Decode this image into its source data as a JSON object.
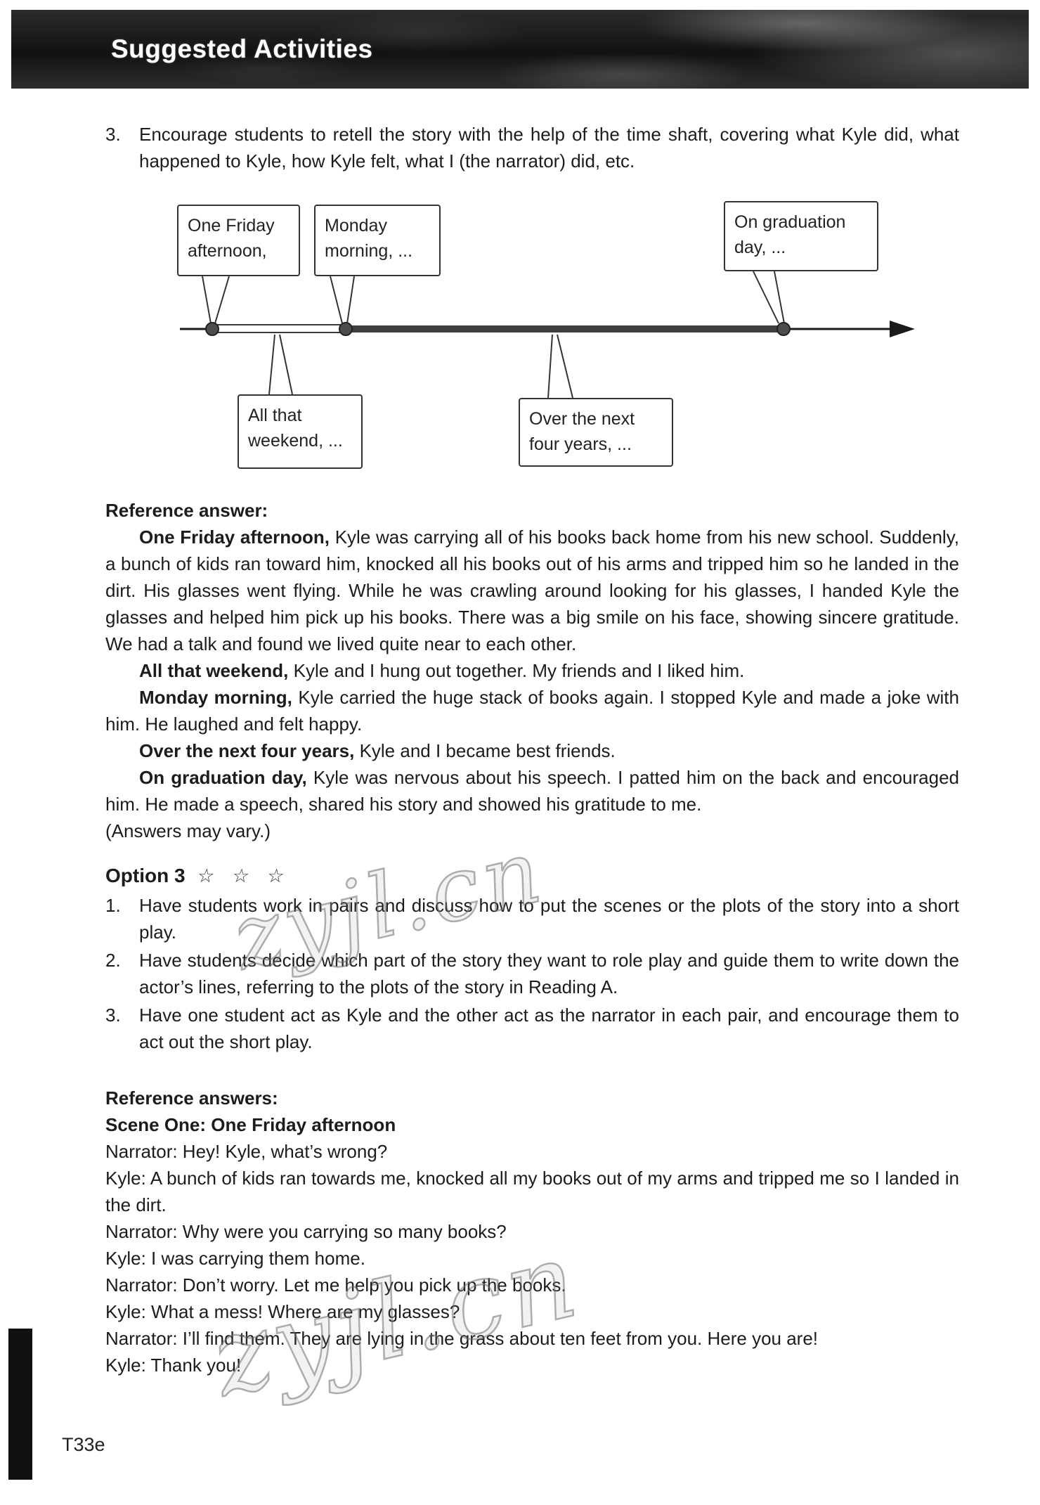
{
  "page": {
    "header_title": "Suggested Activities",
    "page_number": "T33e",
    "watermark": "zyjl.cn"
  },
  "activity": {
    "number": "3.",
    "text": "Encourage students to retell the story with the help of the time shaft, covering what Kyle did, what happened to Kyle, how Kyle felt, what I (the narrator) did, etc."
  },
  "timeline": {
    "labels_above": [
      {
        "text": "One Friday afternoon,"
      },
      {
        "text": "Monday morning, ..."
      },
      {
        "text": "On graduation day, ..."
      }
    ],
    "labels_below": [
      {
        "text": "All that weekend, ..."
      },
      {
        "text": "Over the next four years, ..."
      }
    ]
  },
  "reference_answer": {
    "heading": "Reference answer:",
    "paragraphs": [
      {
        "lead": "One Friday afternoon,",
        "body": " Kyle was carrying all of his books back home from his new school. Suddenly, a bunch of kids ran toward him, knocked all his books out of his arms and tripped him so he landed in the dirt. His glasses went flying. While he was crawling around looking for his glasses, I handed Kyle the glasses and helped him pick up his books. There was a big smile on his face, showing sincere gratitude. We had a talk and found we lived quite near to each other."
      },
      {
        "lead": "All that weekend,",
        "body": " Kyle and I hung out together. My friends and I liked him."
      },
      {
        "lead": "Monday morning,",
        "body": " Kyle carried the huge stack of books again. I stopped Kyle and made a joke with him. He laughed and felt happy."
      },
      {
        "lead": "Over the next four years,",
        "body": " Kyle and I became best friends."
      },
      {
        "lead": "On graduation day,",
        "body": " Kyle was nervous about his speech. I patted him on the back and encouraged him. He made a speech, shared his story and showed his gratitude to me."
      }
    ],
    "note": "(Answers may vary.)"
  },
  "option3": {
    "title": "Option 3",
    "stars": "☆ ☆ ☆",
    "items": [
      {
        "number": "1.",
        "text": "Have students work in pairs and discuss how to put the scenes or the plots of the story into a short play."
      },
      {
        "number": "2.",
        "text": "Have students decide which part of the story they want to role play and guide them to write down the actor’s lines, referring to the plots of the story in Reading A."
      },
      {
        "number": "3.",
        "text": "Have one student act as Kyle and the other act as the narrator in each pair, and encourage them to act out the short play."
      }
    ]
  },
  "dialogue": {
    "heading": "Reference answers:",
    "scene": "Scene One: One Friday afternoon",
    "lines": [
      "Narrator: Hey! Kyle, what’s wrong?",
      "Kyle: A bunch of kids ran towards me, knocked all my books out of my arms and tripped me so I landed in the dirt.",
      "Narrator: Why were you carrying so many books?",
      "Kyle: I was carrying them home.",
      "Narrator: Don’t worry. Let me help you pick up the books.",
      "Kyle: What a mess! Where are my glasses?",
      "Narrator: I’ll find them. They are lying in the grass about ten feet from you. Here you are!",
      "Kyle: Thank you!"
    ]
  }
}
